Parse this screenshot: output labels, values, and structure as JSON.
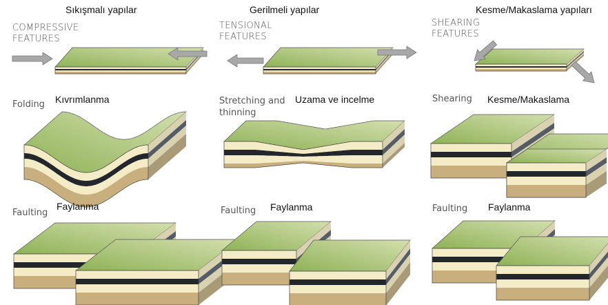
{
  "columns": [
    {
      "title_tr": "Sıkışmalı yapılar",
      "title_en_1": "COMPRESSIVE",
      "title_en_2": "FEATURES",
      "row1_en": "Folding",
      "row1_tr": "Kıvrımlanma",
      "row2_en": "Faulting",
      "row2_tr": "Faylanma"
    },
    {
      "title_tr": "Gerilmeli yapılar",
      "title_en_1": "TENSIONAL",
      "title_en_2": "FEATURES",
      "row1_en_1": "Stretching and",
      "row1_en_2": "thinning",
      "row1_tr": "Uzama ve incelme",
      "row2_en": "Faulting",
      "row2_tr": "Faylanma"
    },
    {
      "title_tr": "Kesme/Makaslama yapıları",
      "title_en_1": "SHEARING",
      "title_en_2": "FEATURES",
      "row1_en": "Shearing",
      "row1_tr": "Kesme/Makaslama",
      "row2_en": "Faulting",
      "row2_tr": "Faylanma"
    }
  ],
  "colors": {
    "top_green": "#8fb257",
    "top_light": "#d3dfae",
    "cream": "#f4ecc6",
    "black": "#23262a",
    "tan": "#c9af7d",
    "side_cream": "#d9d2b0",
    "side_black": "#555c66",
    "side_tan": "#a99a78",
    "arrow": "#a8a8a8"
  }
}
